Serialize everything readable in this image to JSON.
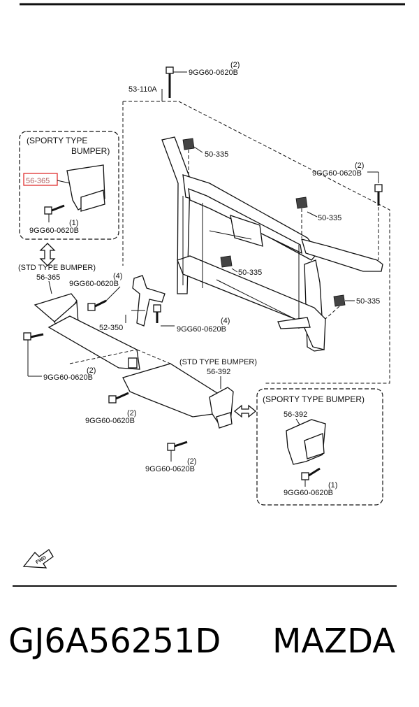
{
  "labels": {
    "assembly_ref": "53-110A",
    "top_bolt_qty": "(2)",
    "top_bolt_code": "9GG60-0620B",
    "clip_ref": "50-335",
    "right_bolt_qty": "(2)",
    "right_bolt_code": "9GG60-0620B",
    "sporty_box_title_l1": "(SPORTY TYPE",
    "sporty_box_title_l2": "BUMPER)",
    "highlighted_part": "56-365",
    "sporty_bolt_qty": "(1)",
    "sporty_bolt_code": "9GG60-0620B",
    "std_bumper_title": "(STD TYPE BUMPER)",
    "std_part_left": "56-365",
    "bracket_bolt_qty": "(4)",
    "bracket_bolt_code": "9GG60-0620B",
    "bracket_ref": "52-350",
    "center_bolt_qty": "(4)",
    "center_bolt_code": "9GG60-0620B",
    "left_bolt_qty": "(2)",
    "left_bolt_code": "9GG60-0620B",
    "std_bumper_title_right": "(STD TYPE BUMPER)",
    "std_part_right": "56-392",
    "lower_bolt_qty": "(2)",
    "lower_bolt_code": "9GG60-0620B",
    "bottom_bolt_qty": "(2)",
    "bottom_bolt_code": "9GG60-0620B",
    "sporty_right_title": "(SPORTY TYPE BUMPER)",
    "sporty_right_part": "56-392",
    "sporty_right_bolt_qty": "(1)",
    "sporty_right_bolt_code": "9GG60-0620B",
    "fwd": "FWD"
  },
  "footer": {
    "part_number": "GJ6A56251D",
    "brand": "MAZDA"
  },
  "colors": {
    "highlight": "#e03030",
    "ink": "#111111"
  }
}
